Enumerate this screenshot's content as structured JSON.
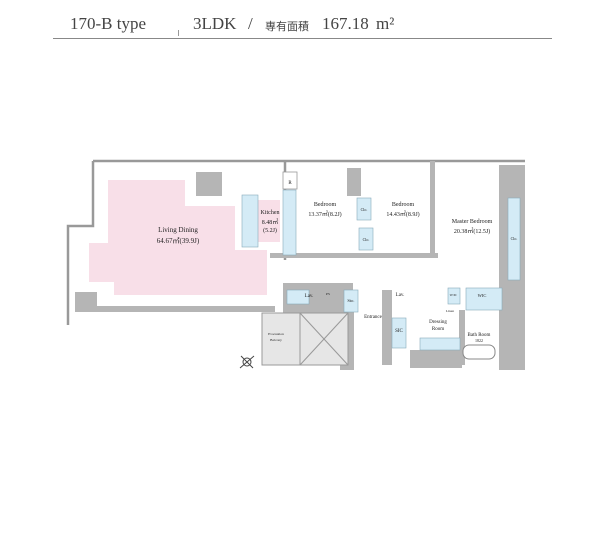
{
  "header": {
    "plan_type": "170-B type",
    "layout": "3LDK",
    "slash": "/",
    "area_label": "専有面積",
    "area_value": "167.18",
    "area_unit": "m²"
  },
  "rooms": {
    "living": {
      "name": "Living Dining",
      "area": "64.67㎡(39.9J)"
    },
    "kitchen": {
      "name": "Kitchen",
      "area": "8.48㎡",
      "jo": "(5.2J)"
    },
    "bedroom1": {
      "name": "Bedroom",
      "area": "13.37㎡(8.2J)"
    },
    "bedroom2": {
      "name": "Bedroom",
      "area": "14.43㎡(8.9J)"
    },
    "master": {
      "name": "Master Bedroom",
      "area": "20.38㎡(12.5J)"
    },
    "refrigerator": "R",
    "clo1": "Clo.",
    "clo2": "Clo.",
    "clo3": "Clo.",
    "lav1": "Lav.",
    "ps": "PS",
    "sto": "Sto.",
    "entrance": "Entrance",
    "lav2": "Lav.",
    "sic": "SIC",
    "wd": "W/D",
    "linen": "Linen",
    "wic": "WIC",
    "dressing": [
      "Dressing",
      "Room"
    ],
    "bath": {
      "name": "Bath Room",
      "size": "1822"
    },
    "balcony": [
      "Evacuation",
      "Balcony"
    ]
  },
  "colors": {
    "living": "#f8dfe8",
    "fixture": "#d4ebf6",
    "wall": "#b5b5b5",
    "core": "#e6e6e6"
  }
}
